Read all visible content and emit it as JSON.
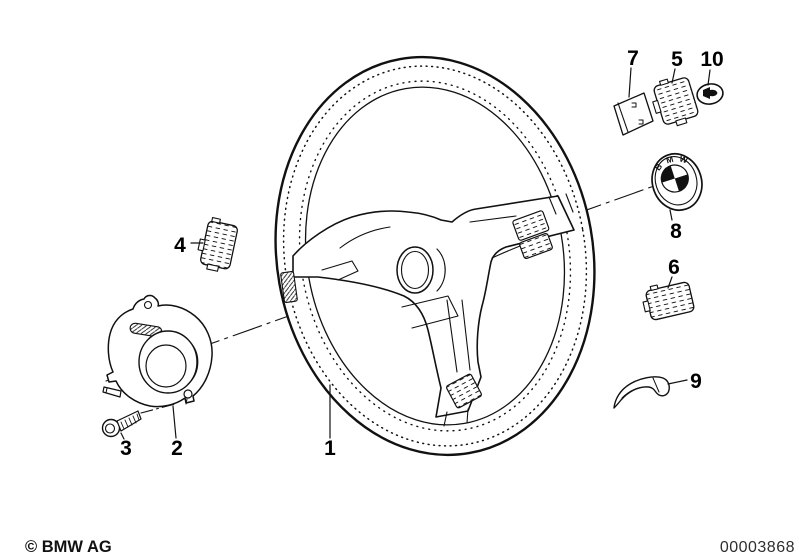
{
  "diagram": {
    "type": "exploded-parts-diagram",
    "subject": "sports steering wheel with horn switches, hub adapter and BMW emblem"
  },
  "callouts": [
    {
      "id": "1",
      "label": "1"
    },
    {
      "id": "2",
      "label": "2"
    },
    {
      "id": "3",
      "label": "3"
    },
    {
      "id": "4",
      "label": "4"
    },
    {
      "id": "5",
      "label": "5"
    },
    {
      "id": "6",
      "label": "6"
    },
    {
      "id": "7",
      "label": "7"
    },
    {
      "id": "8",
      "label": "8"
    },
    {
      "id": "9",
      "label": "9"
    },
    {
      "id": "10",
      "label": "10"
    }
  ],
  "emblem": {
    "letters": [
      "B",
      "M",
      "W"
    ]
  },
  "icons": {
    "horn": "horn-icon",
    "emblem": "bmw-roundel-icon"
  },
  "footer": {
    "copyright": "© BMW AG",
    "diagram_number": "00003868"
  },
  "colors": {
    "background": "#ffffff",
    "line": "#111111",
    "footer_number_text": "#2e2e2e"
  }
}
